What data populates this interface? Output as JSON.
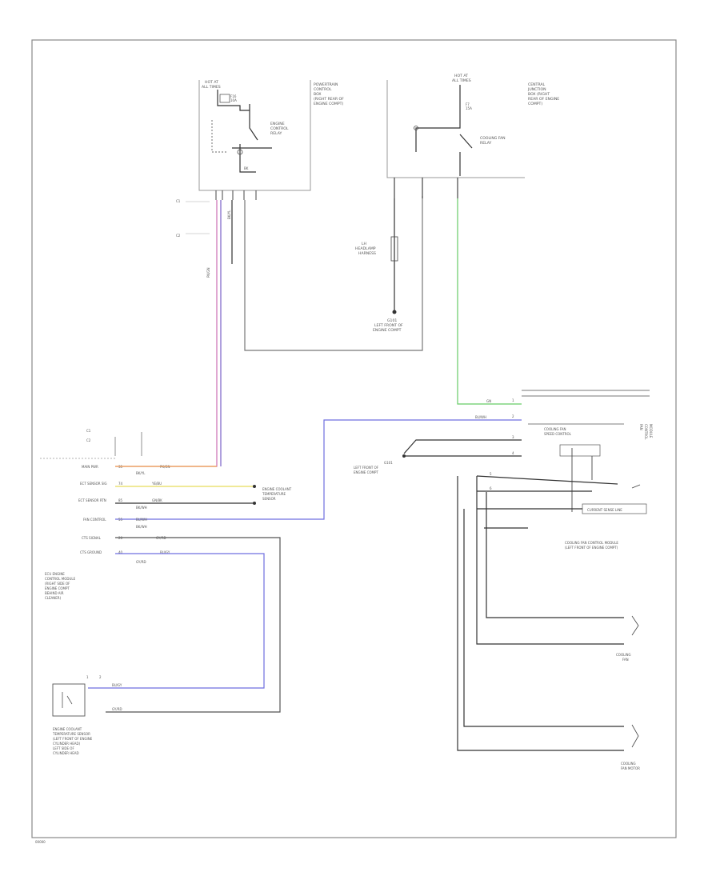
{
  "diagram": {
    "power_left": [
      "HOT AT",
      "ALL TIMES"
    ],
    "power_right": [
      "HOT AT",
      "ALL TIMES"
    ],
    "fuse_left_block": [
      "POWERTRAIN",
      "CONTROL",
      "BOX",
      "(RIGHT REAR OF",
      "ENGINE COMPT)"
    ],
    "fuse_right_block": [
      "CENTRAL",
      "JUNCTION",
      "BOX (RIGHT",
      "REAR OF ENGINE",
      "COMPT)"
    ],
    "relay_left": [
      "ENGINE",
      "CONTROL",
      "RELAY"
    ],
    "relay_fuse_left": [
      "F16",
      "10A"
    ],
    "relay_right_fuse": [
      "F7",
      "15A"
    ],
    "relay_right": [
      "COOLING FAN",
      "RELAY"
    ],
    "ground_center": [
      "G101",
      "LEFT FRONT OF",
      "ENGINE COMPT"
    ],
    "ground_center_label": [
      "LH",
      "HEADLAMP",
      "HARNESS"
    ],
    "wire_labels": {
      "pk_gn": "PK/GN",
      "bk_yl": "BK/YL",
      "gn": "GN",
      "bu_bn": "BU/WH",
      "ye_bu": "YE/BU",
      "gn_bk": "GN/BK",
      "bk": "BK"
    },
    "module_pins_header": [
      "C1",
      "C2"
    ],
    "module_pins": [
      {
        "name": "MAIN PWR",
        "pin": "35",
        "wire": "PK/GN"
      },
      {
        "name": "",
        "pin": "",
        "wire": "BK/YL"
      },
      {
        "name": "ECT SENSOR SIG",
        "pin": "74",
        "wire": "YE/BU"
      },
      {
        "name": "ECT SENSOR RTN",
        "pin": "85",
        "wire": "GN/BK"
      },
      {
        "name": "",
        "pin": "",
        "wire": "BK/WH"
      },
      {
        "name": "FAN CONTROL",
        "pin": "55",
        "wire": "BU/WH"
      },
      {
        "name": "",
        "pin": "",
        "wire": "BK/WH"
      },
      {
        "name": "CTS SIGNAL",
        "pin": "20",
        "wire": "GY/RD"
      },
      {
        "name": "CTS GROUND",
        "pin": "40",
        "wire": "BU/GY"
      },
      {
        "name": "",
        "pin": "",
        "wire": "GY/RD"
      }
    ],
    "ect_sensor_label": [
      "ENGINE COOLANT",
      "TEMPERATURE",
      "SENSOR"
    ],
    "module_label": [
      "ECU ENGINE",
      "CONTROL MODULE",
      "(RIGHT SIDE OF",
      "ENGINE COMPT",
      "BEHIND AIR",
      "CLEANER)"
    ],
    "cts_sensor_label": [
      "ENGINE COOLANT",
      "TEMPERATURE SENSOR",
      "(LEFT FRONT OF ENGINE",
      "CYLINDER HEAD)",
      "LEFT SIDE OF",
      "CYLINDER HEAD"
    ],
    "cts_pins": [
      "1",
      "2"
    ],
    "cts_wires": [
      "BU/GY",
      "GY/RD"
    ],
    "fan_module_label": [
      "FAN",
      "CONTROL",
      "MODULE"
    ],
    "fan_speed_label": [
      "COOLING FAN",
      "SPEED CONTROL"
    ],
    "fan_pins": [
      "1",
      "2",
      "3",
      "4",
      "5",
      "6"
    ],
    "fan_resistor_label": "CURRENT SENSE LINE",
    "ground_right": [
      "G101",
      "LEFT FRONT OF",
      "ENGINE COMPT"
    ],
    "cooling_fan_ctrl_label": [
      "COOLING FAN CONTROL MODULE",
      "(LEFT FRONT OF ENGINE COMPT)"
    ],
    "motor_top_label": [
      "COOLING",
      "FAN"
    ],
    "motor_bottom_label": [
      "COOLING",
      "FAN MOTOR"
    ],
    "footer_code": "00000"
  }
}
